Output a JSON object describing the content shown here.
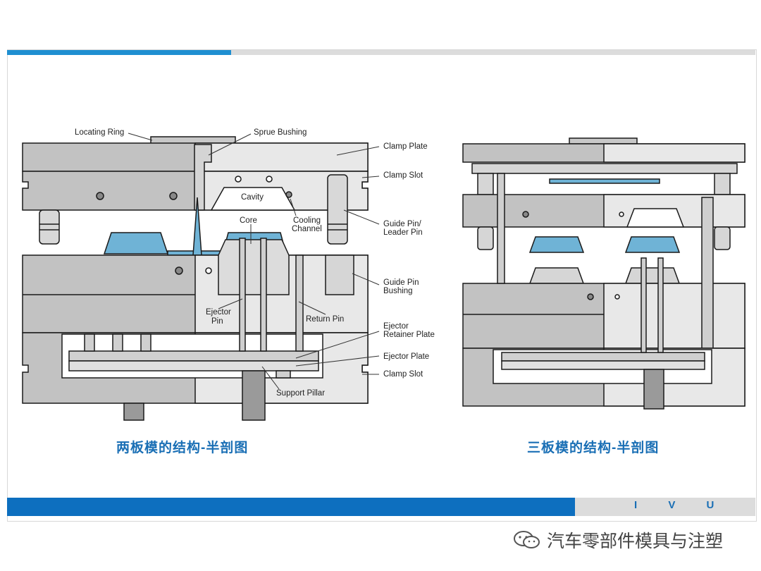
{
  "left_diagram": {
    "labels": {
      "locating_ring": "Locating Ring",
      "sprue_bushing": "Sprue Bushing",
      "clamp_plate": "Clamp Plate",
      "clamp_slot_top": "Clamp Slot",
      "cavity": "Cavity",
      "core": "Core",
      "cooling_1": "Cooling",
      "cooling_2": "Channel",
      "guide_pin_1": "Guide Pin/",
      "guide_pin_2": "Leader Pin",
      "guide_bushing_1": "Guide Pin",
      "guide_bushing_2": "Bushing",
      "ejector_pin_1": "Ejector",
      "ejector_pin_2": "Pin",
      "return_pin": "Return Pin",
      "ejector_retainer_1": "Ejector",
      "ejector_retainer_2": "Retainer Plate",
      "ejector_plate": "Ejector Plate",
      "clamp_slot_bottom": "Clamp Slot",
      "support_pillar": "Support Pillar"
    },
    "caption": "两板模的结构-半剖图"
  },
  "right_diagram": {
    "caption": "三板模的结构-半剖图"
  },
  "footer": {
    "brand": "I V U"
  },
  "watermark": {
    "text": "汽车零部件模具与注塑"
  },
  "colors": {
    "accent_blue": "#1f8fd1",
    "footer_blue": "#0d6fbf",
    "caption_blue": "#1a6fb5",
    "part_blue": "#6fb3d6",
    "steel_dark": "#bfbfbf",
    "steel_light": "#e6e6e6",
    "outline": "#1a1a1a"
  }
}
